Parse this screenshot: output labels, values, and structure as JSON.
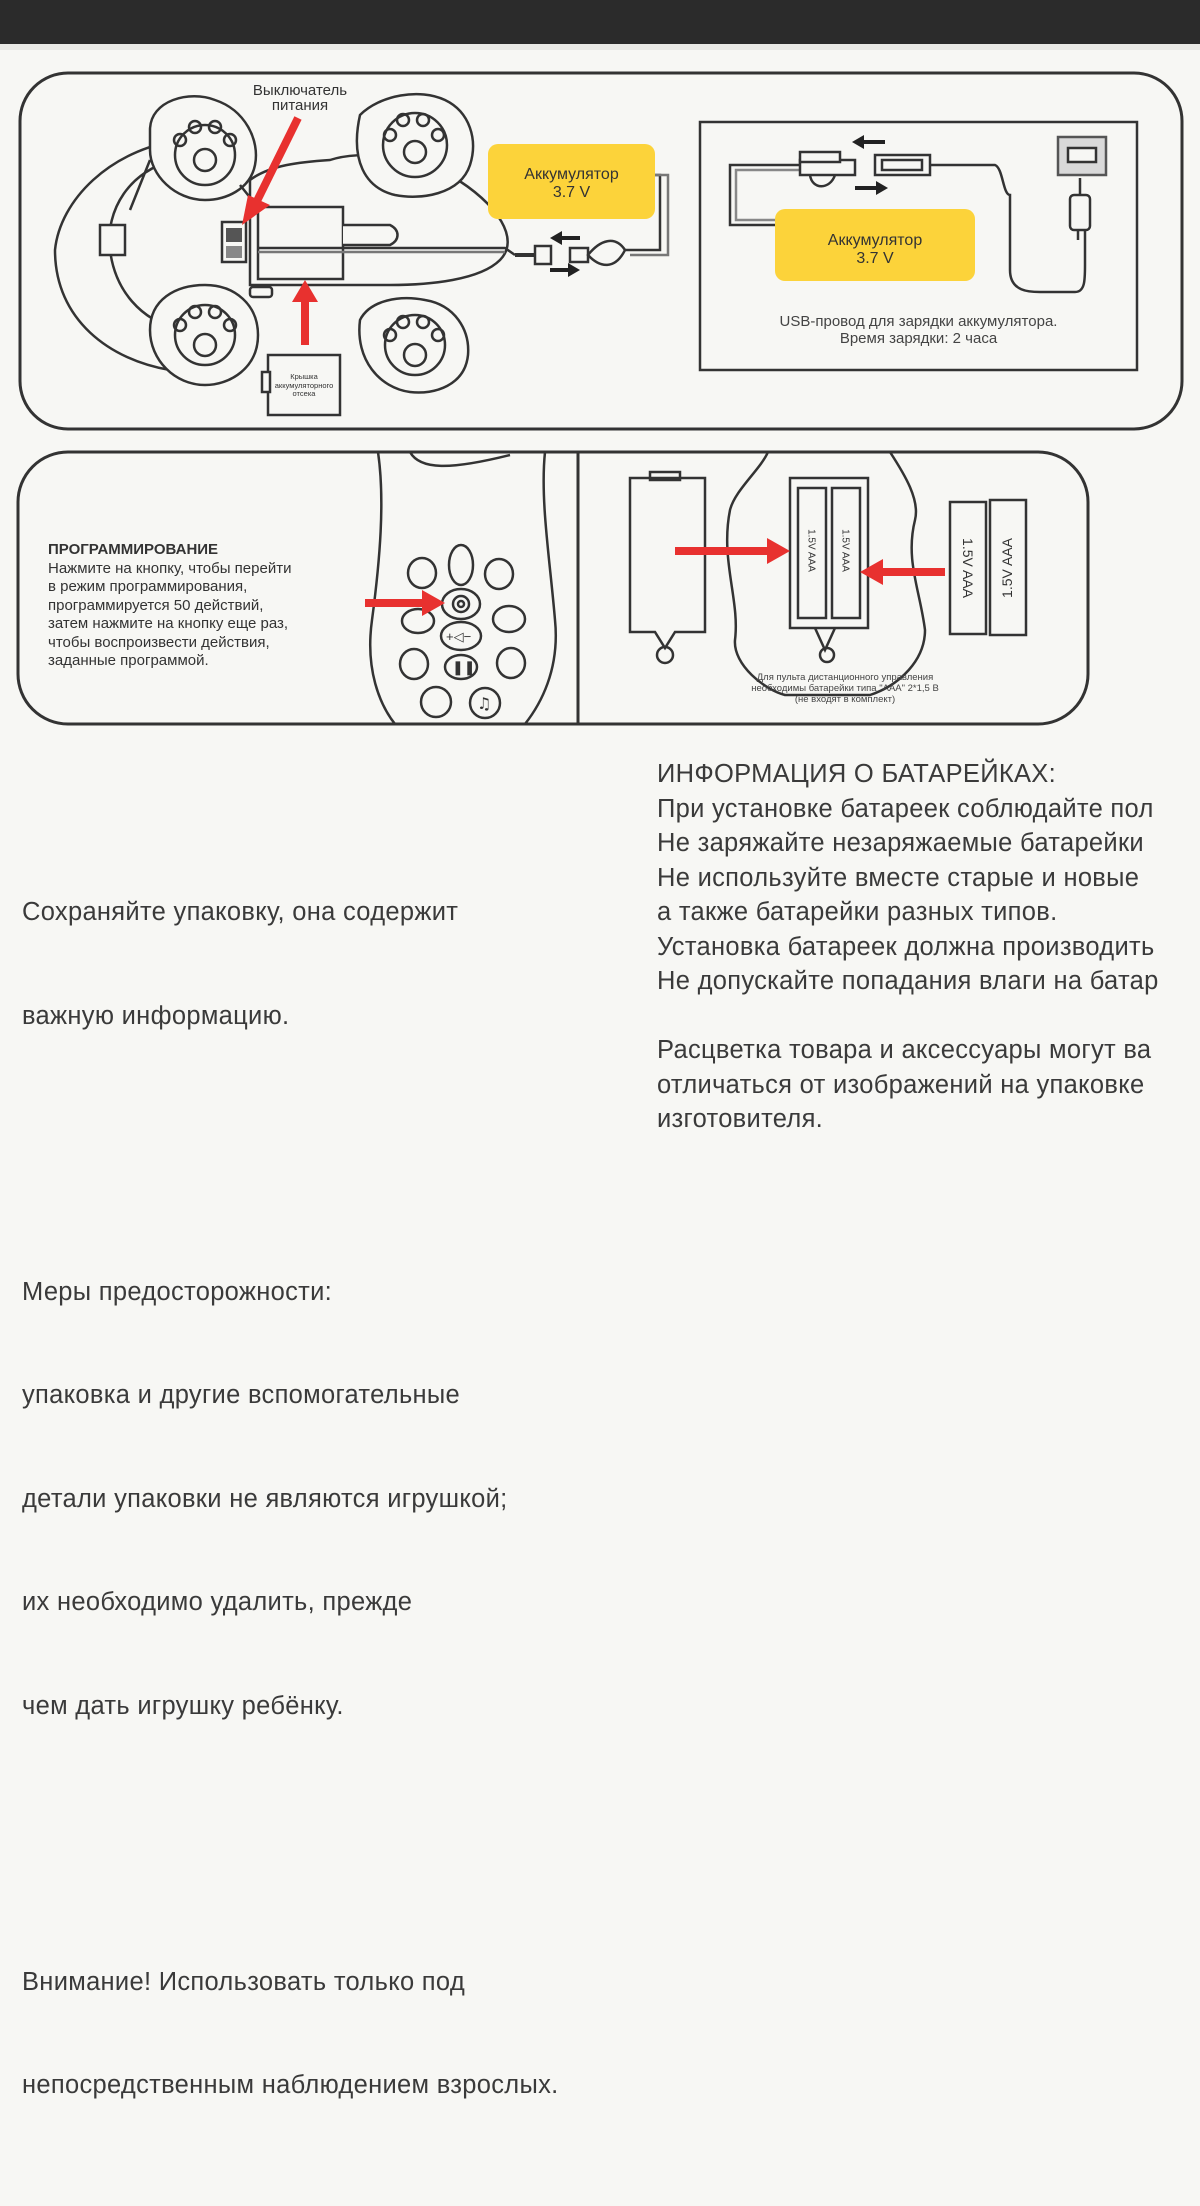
{
  "top_panel": {
    "power_switch_label": [
      "Выключатель",
      "питания"
    ],
    "battery_left_label": [
      "Аккумулятор",
      "3.7 V"
    ],
    "battery_cover_label": [
      "Крышка",
      "аккумуляторного",
      "отсека"
    ],
    "battery_right_label": [
      "Аккумулятор",
      "3.7 V"
    ],
    "usb_caption": [
      "USB-провод для зарядки аккумулятора.",
      "Время зарядки: 2 часа"
    ]
  },
  "programming": {
    "title": "ПРОГРАММИРОВАНИЕ",
    "lines": [
      "Нажмите на кнопку, чтобы перейти",
      "в режим программирования,",
      "программируется 50 действий,",
      "затем нажмите на кнопку еще раз,",
      "чтобы воспроизвести действия,",
      "заданные программой."
    ]
  },
  "remote_batteries": {
    "cell_label": "1.5V AAA",
    "caption": [
      "Для пульта дистанционного управления",
      "необходимы батарейки типа \"AAA\" 2*1,5 В",
      "(не входят в комплект)"
    ]
  },
  "left_text": {
    "paragraphs": [
      [
        "Сохраняйте упаковку, она содержит",
        "важную информацию."
      ],
      [
        "Меры предосторожности:",
        "упаковка и другие вспомогательные",
        "детали упаковки не являются игрушкой;",
        "их необходимо удалить, прежде",
        "чем дать игрушку ребёнку."
      ],
      [
        "Внимание! Использовать только под",
        "непосредственным наблюдением взрослых."
      ]
    ]
  },
  "battery_info": {
    "title": "ИНФОРМАЦИЯ О БАТАРЕЙКАХ:",
    "lines": [
      "При установке батареек соблюдайте пол",
      "Не заряжайте незаряжаемые батарейки",
      "Не используйте вместе старые и новые",
      "а также батарейки разных типов.",
      "Установка батареек должна производить",
      "Не допускайте попадания влаги на батар"
    ],
    "footer_lines": [
      "Расцветка товара и аксессуары могут ва",
      "отличаться от изображений на упаковке",
      "изготовителя."
    ]
  },
  "colors": {
    "arrow_red": "#e8312f",
    "battery_yellow": "#fcd33a",
    "topbar": "#2b2b2b"
  }
}
